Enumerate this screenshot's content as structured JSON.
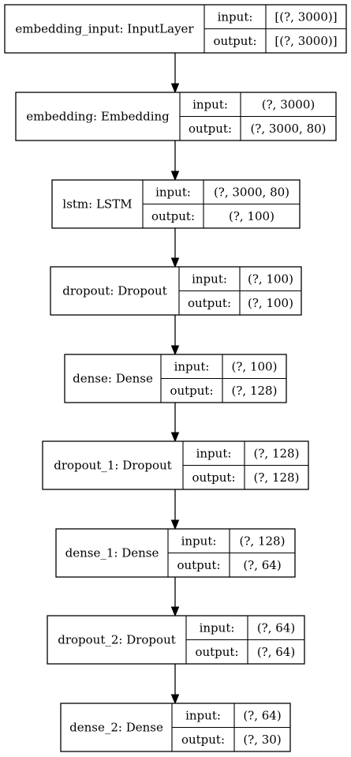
{
  "diagram": {
    "layers": [
      {
        "name": "embedding_input: InputLayer",
        "input_label": "input:",
        "input_shape": "[(?, 3000)]",
        "output_label": "output:",
        "output_shape": "[(?, 3000)]"
      },
      {
        "name": "embedding: Embedding",
        "input_label": "input:",
        "input_shape": "(?, 3000)",
        "output_label": "output:",
        "output_shape": "(?, 3000, 80)"
      },
      {
        "name": "lstm: LSTM",
        "input_label": "input:",
        "input_shape": "(?, 3000, 80)",
        "output_label": "output:",
        "output_shape": "(?, 100)"
      },
      {
        "name": "dropout: Dropout",
        "input_label": "input:",
        "input_shape": "(?, 100)",
        "output_label": "output:",
        "output_shape": "(?, 100)"
      },
      {
        "name": "dense: Dense",
        "input_label": "input:",
        "input_shape": "(?, 100)",
        "output_label": "output:",
        "output_shape": "(?, 128)"
      },
      {
        "name": "dropout_1: Dropout",
        "input_label": "input:",
        "input_shape": "(?, 128)",
        "output_label": "output:",
        "output_shape": "(?, 128)"
      },
      {
        "name": "dense_1: Dense",
        "input_label": "input:",
        "input_shape": "(?, 128)",
        "output_label": "output:",
        "output_shape": "(?, 64)"
      },
      {
        "name": "dropout_2: Dropout",
        "input_label": "input:",
        "input_shape": "(?, 64)",
        "output_label": "output:",
        "output_shape": "(?, 64)"
      },
      {
        "name": "dense_2: Dense",
        "input_label": "input:",
        "input_shape": "(?, 64)",
        "output_label": "output:",
        "output_shape": "(?, 30)"
      }
    ],
    "colors": {
      "stroke": "#000000",
      "fill": "#ffffff",
      "background": "#ffffff"
    }
  }
}
